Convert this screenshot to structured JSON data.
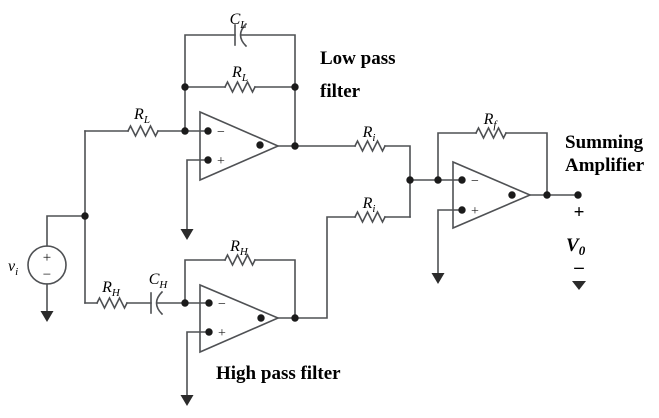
{
  "colors": {
    "wire": "#4f5154",
    "ink": "#000000",
    "background": "#ffffff"
  },
  "source": {
    "name": {
      "base": "v",
      "sub": "i"
    },
    "plus": "+",
    "minus": "−"
  },
  "components": {
    "c_l": {
      "base": "C",
      "sub": "L"
    },
    "r_l_feedback": {
      "base": "R",
      "sub": "L"
    },
    "r_l_input": {
      "base": "R",
      "sub": "L"
    },
    "r_i_top": {
      "base": "R",
      "sub": "i"
    },
    "r_i_bottom": {
      "base": "R",
      "sub": "i"
    },
    "r_f": {
      "base": "R",
      "sub": "f"
    },
    "r_h_feedback": {
      "base": "R",
      "sub": "H"
    },
    "r_h_input": {
      "base": "R",
      "sub": "H"
    },
    "c_h": {
      "base": "C",
      "sub": "H"
    }
  },
  "opamps": {
    "low_pass": {
      "minus": "−",
      "plus": "+"
    },
    "high_pass": {
      "minus": "−",
      "plus": "+"
    },
    "summing": {
      "minus": "−",
      "plus": "+"
    }
  },
  "annotations": {
    "low_pass_filter": {
      "line1": "Low pass",
      "line2": "filter"
    },
    "high_pass_filter": "High pass filter",
    "summing_amplifier": {
      "line1": "Summing",
      "line2": "Amplifier"
    }
  },
  "output": {
    "plus": "+",
    "label": {
      "base": "V",
      "sub": "0"
    },
    "minus": "–"
  }
}
